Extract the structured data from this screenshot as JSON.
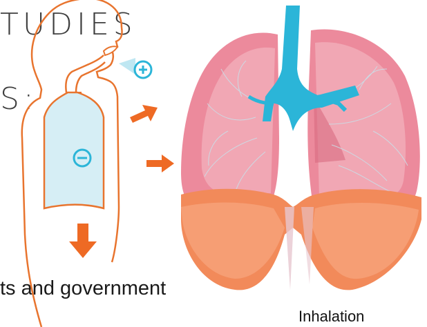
{
  "slide": {
    "title_line_1": "TUDIES",
    "title_line_2": "S:",
    "body_text": "ts and government",
    "caption": "Inhalation"
  },
  "figure": {
    "plus_symbol": "+",
    "minus_symbol": "−",
    "icons": [
      "body-outline",
      "airflow-in-icon",
      "arrow-right-icon",
      "arrow-down-icon",
      "lungs-illustration",
      "trachea",
      "diaphragm"
    ],
    "colors": {
      "outline": "#e8742e",
      "arrow": "#ee6a24",
      "airway": "#2bb5d8",
      "lung": "#ec8a9c",
      "lung_light": "#f4b3bf",
      "diaphragm": "#f28a5a",
      "chest_fill": "#d6eef5"
    }
  }
}
